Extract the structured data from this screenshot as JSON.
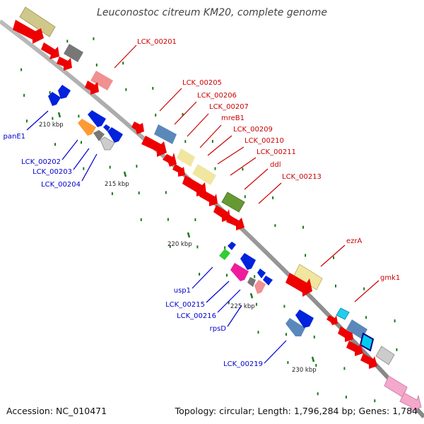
{
  "title": "Leuconostoc citreum KM20, complete genome",
  "footer": {
    "accession": "Accession: NC_010471",
    "summary": "Topology: circular; Length: 1,796,284 bp; Genes: 1,784"
  },
  "colors": {
    "backbone": "#999999",
    "tick": "#1a7a1a",
    "forward_label": "#cc0000",
    "reverse_label": "#0000cc",
    "leader_forward": "#cc0000",
    "leader_reverse": "#0000cc"
  },
  "scale_ticks": [
    "210 kbp",
    "215 kbp",
    "220 kbp",
    "225 kbp",
    "230 kbp"
  ],
  "forward_labels": [
    "LCK_00201",
    "LCK_00205",
    "LCK_00206",
    "LCK_00207",
    "mreB1",
    "LCK_00209",
    "LCK_00210",
    "LCK_00211",
    "ddl",
    "LCK_00213",
    "ezrA",
    "gmk1"
  ],
  "reverse_labels": [
    "panE1",
    "LCK_00202",
    "LCK_00203",
    "LCK_00204",
    "usp1",
    "LCK_00215",
    "LCK_00216",
    "rpsD",
    "LCK_00219"
  ]
}
